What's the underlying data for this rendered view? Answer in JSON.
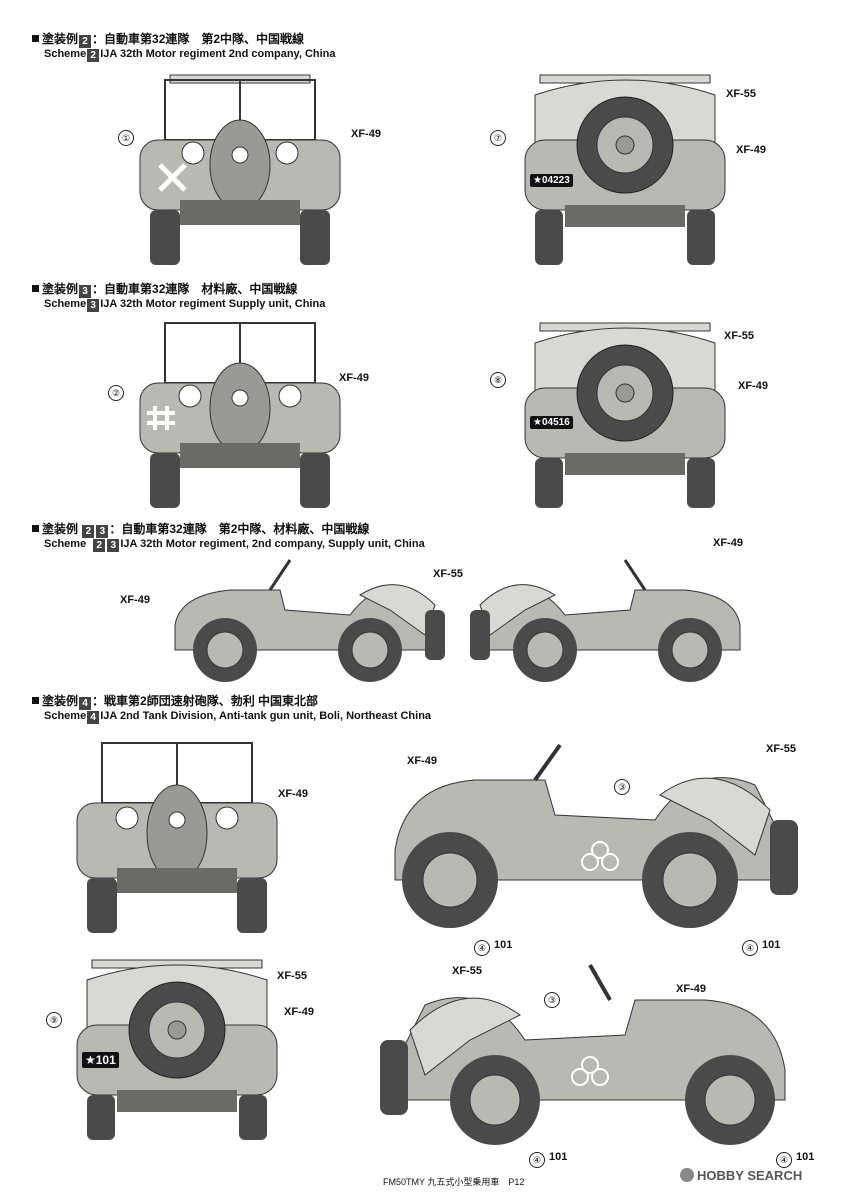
{
  "schemes": [
    {
      "jp_prefix": "塗装例",
      "nums": [
        "2"
      ],
      "jp_text": "：自動車第32連隊　第2中隊、中国戦線",
      "en_prefix": "Scheme",
      "en_text": "IJA 32th Motor regiment 2nd company, China"
    },
    {
      "jp_prefix": "塗装例",
      "nums": [
        "3"
      ],
      "jp_text": "：自動車第32連隊　材料廠、中国戦線",
      "en_prefix": "Scheme",
      "en_text": "IJA 32th Motor regiment Supply unit, China"
    },
    {
      "jp_prefix": "塗装例",
      "nums": [
        "2",
        "3"
      ],
      "jp_text": "：自動車第32連隊　第2中隊、材料廠、中国戦線",
      "en_prefix": "Scheme",
      "en_text": "IJA 32th Motor regiment,  2nd company, Supply unit, China"
    },
    {
      "jp_prefix": "塗装例",
      "nums": [
        "4"
      ],
      "jp_text": "：戦車第2師団速射砲隊、勃利 中国東北部",
      "en_prefix": "Scheme",
      "en_text": "IJA 2nd Tank Division, Anti-tank gun unit, Boli, Northeast China"
    }
  ],
  "paint": {
    "xf49": "XF-49",
    "xf55": "XF-55"
  },
  "markers": {
    "m1": "①",
    "m2": "②",
    "m3": "③",
    "m4": "④",
    "m7": "⑦",
    "m8": "⑧",
    "m9": "⑨"
  },
  "plates": {
    "p1": "★04223",
    "p2": "★04516",
    "p3": "★101"
  },
  "wheel_code": "101",
  "footer": "FM50TMY 九五式小型乗用車　P12",
  "watermark": "HOBBY SEARCH",
  "colors": {
    "body": "#b9b9b3",
    "dark": "#3a3a3a",
    "tire": "#4a4a4a",
    "canvas": "#d8d8d4"
  }
}
